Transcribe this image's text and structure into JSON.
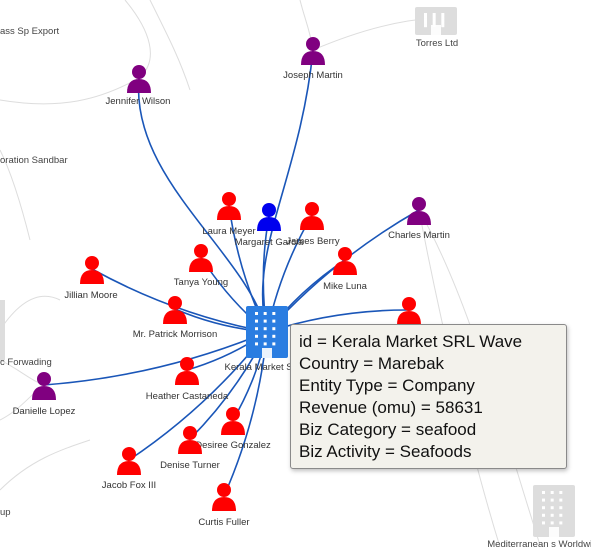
{
  "colors": {
    "edge_active": "#1a56b8",
    "edge_faded": "#dddddd",
    "person_red": "#ff0000",
    "person_purple": "#800080",
    "person_blue": "#0000ee",
    "company_blue": "#2a7de1",
    "company_gray": "#dddddd"
  },
  "graph": {
    "center_node": {
      "label": "Kerala Market SRL Wave",
      "label_visible": "Kerala   Market SR",
      "icon": "building-icon"
    },
    "neighbors": [
      {
        "label": "Jennifer Wilson",
        "icon": "person-icon",
        "color": "purple"
      },
      {
        "label": "Joseph Martin",
        "icon": "person-icon",
        "color": "purple"
      },
      {
        "label": "Laura Meyer",
        "icon": "person-icon",
        "color": "red"
      },
      {
        "label": "Margaret Garcia",
        "icon": "person-icon",
        "color": "blue"
      },
      {
        "label": "James Berry",
        "icon": "person-icon",
        "color": "red"
      },
      {
        "label": "Charles Martin",
        "icon": "person-icon",
        "color": "purple"
      },
      {
        "label": "Mike Luna",
        "icon": "person-icon",
        "color": "red"
      },
      {
        "label": "Tanya Young",
        "icon": "person-icon",
        "color": "red"
      },
      {
        "label": "Jillian Moore",
        "icon": "person-icon",
        "color": "red"
      },
      {
        "label": "Mr. Patrick Morrison",
        "icon": "person-icon",
        "color": "red"
      },
      {
        "label": "Heather Castaneda",
        "icon": "person-icon",
        "color": "red"
      },
      {
        "label": "Danielle Lopez",
        "icon": "person-icon",
        "color": "purple"
      },
      {
        "label": "Desiree Gonzalez",
        "icon": "person-icon",
        "color": "red"
      },
      {
        "label": "Denise Turner",
        "icon": "person-icon",
        "color": "red"
      },
      {
        "label": "Jacob Fox III",
        "icon": "person-icon",
        "color": "red"
      },
      {
        "label": "Curtis Fuller",
        "icon": "person-icon",
        "color": "red"
      },
      {
        "label": "",
        "icon": "person-icon",
        "color": "red"
      }
    ],
    "background_nodes": [
      {
        "label": "ass Sp Export",
        "icon": ""
      },
      {
        "label": "Torres Ltd",
        "icon": "building-icon"
      },
      {
        "label": "oration Sandbar",
        "icon": ""
      },
      {
        "label": "c Forwading",
        "icon": ""
      },
      {
        "label": "up",
        "icon": ""
      },
      {
        "label": "Mediterranean s Worldwide",
        "icon": "building-icon"
      }
    ]
  },
  "tooltip": {
    "lines": [
      "id = Kerala Market SRL Wave",
      "Country = Marebak",
      "Entity Type = Company",
      "Revenue (omu) = 58631",
      "Biz Category = seafood",
      "Biz Activity = Seafoods"
    ]
  }
}
